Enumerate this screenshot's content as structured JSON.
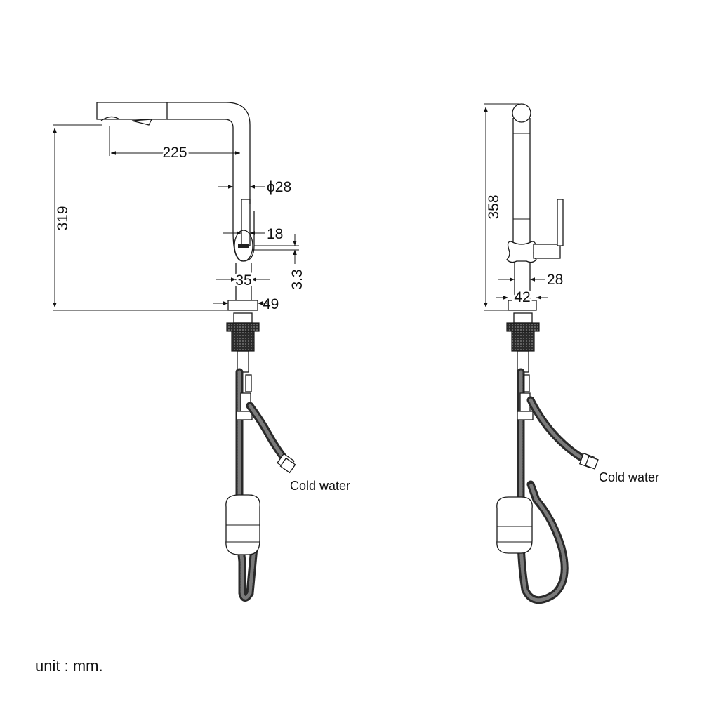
{
  "side_view": {
    "dimensions": {
      "height": "319",
      "reach": "225",
      "spout_diameter": "ϕ28",
      "handle_width": "18",
      "lever_offset": "3.3",
      "body_diameter": "35",
      "base_diameter": "49"
    },
    "inlet_label": "Cold water"
  },
  "front_view": {
    "dimensions": {
      "height": "358",
      "neck_diameter": "28",
      "base_diameter": "42"
    },
    "inlet_label": "Cold water"
  },
  "unit_note": "unit : mm."
}
